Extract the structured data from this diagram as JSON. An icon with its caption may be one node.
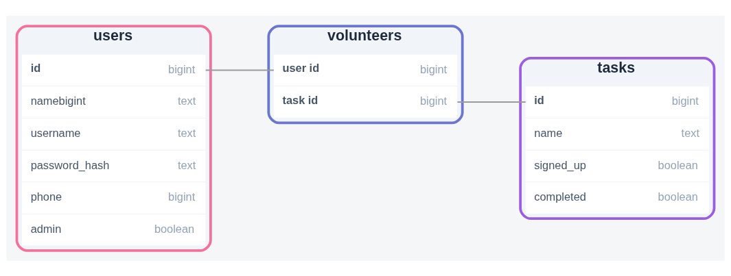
{
  "diagram": {
    "nodes": [
      {
        "text": [
          "users"
        ]
      },
      {
        "text": [
          "id",
          "bigint"
        ],
        "in": 0
      },
      {
        "text": [
          "namebigint",
          "text"
        ],
        "in": 0
      },
      {
        "text": [
          "username",
          "text"
        ],
        "in": 0
      },
      {
        "text": [
          "password_hash",
          "text"
        ],
        "in": 0
      },
      {
        "text": [
          "phone",
          "bigint"
        ],
        "in": 0
      },
      {
        "text": [
          "admin",
          "boolean"
        ],
        "in": 0
      },
      {
        "text": [
          "tasks"
        ]
      },
      {
        "text": [
          "id",
          "bigint"
        ],
        "in": 7
      },
      {
        "text": [
          "name",
          "text"
        ],
        "in": 7
      },
      {
        "text": [
          "signed_up",
          "boolean"
        ],
        "in": 7
      },
      {
        "text": [
          "completed",
          "boolean"
        ],
        "in": 7
      },
      {
        "text": [
          "volunteers"
        ]
      },
      {
        "text": [
          "user id",
          "bigint"
        ],
        "in": 12
      },
      {
        "text": [
          "task id",
          "bigint"
        ],
        "in": 12
      }
    ],
    "edges": [
      {
        "from": 1,
        "to": 13,
        "arrow": "none"
      },
      {
        "from": 14,
        "to": 8,
        "arrow": "none"
      }
    ]
  }
}
